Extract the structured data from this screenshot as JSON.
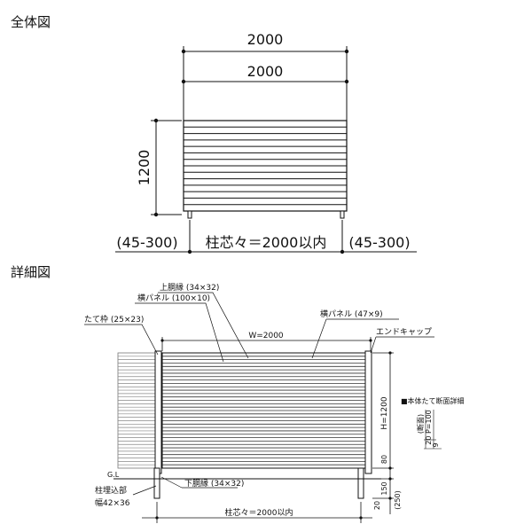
{
  "overview": {
    "title": "全体図",
    "dim_top_outer": "2000",
    "dim_top_inner": "2000",
    "dim_height": "1200",
    "base_left": "(45-300)",
    "base_center": "柱芯々＝2000以内",
    "base_right": "(45-300)",
    "slat_count": 14
  },
  "detail": {
    "title": "詳細図",
    "labels": {
      "top_edge": "上胴縁 (34×32)",
      "horizontal_panel_a": "横パネル (100×10)",
      "vertical_frame": "たて枠 (25×23)",
      "horizontal_panel_b": "横パネル (47×9)",
      "end_cap": "エンドキャップ",
      "width": "W=2000",
      "height": "H=1200",
      "gl": "G.L",
      "post_embed": "柱埋込部",
      "post_width": "幅42×36",
      "bottom_edge": "下胴縁 (34×32)",
      "post_center": "柱芯々＝2000以内",
      "dim_80": "80",
      "dim_150": "150",
      "dim_20": "20",
      "dim_250": "(250)",
      "legend_title": "■本体たて断面詳細",
      "legend_sub": "(断面)",
      "legend_pitch": "20 P=100",
      "legend_9": "9"
    },
    "slat_count": 34
  }
}
